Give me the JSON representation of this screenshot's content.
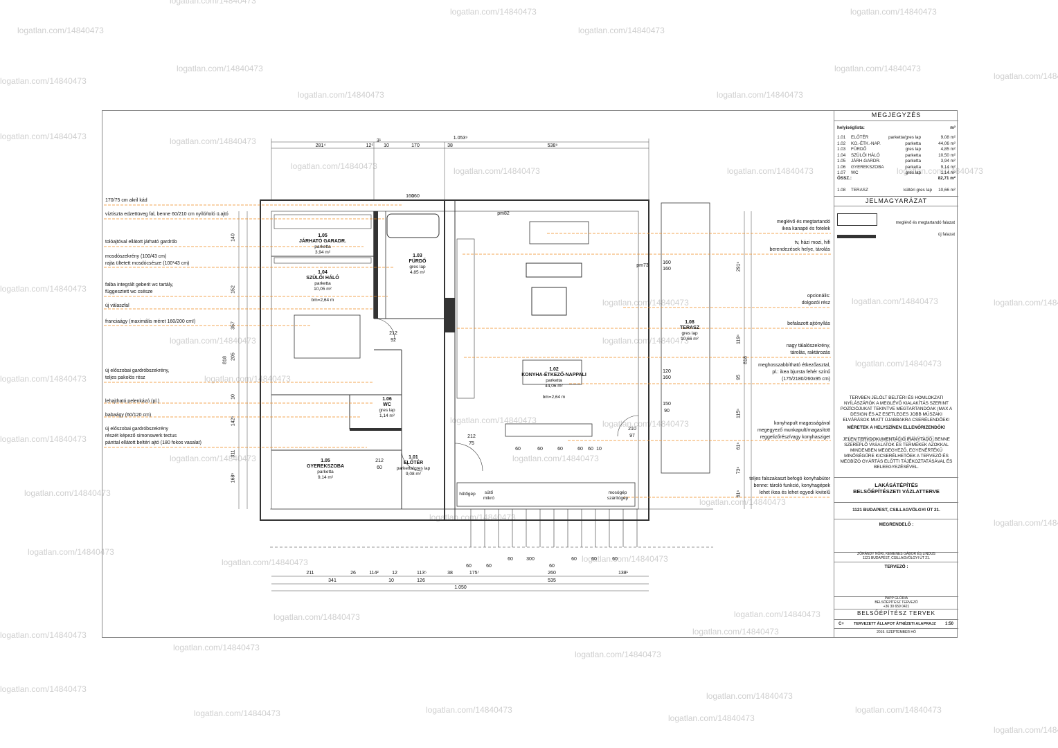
{
  "watermark": "logatlan.com/14840473",
  "accent": "#f08a1c",
  "title_block": {
    "header_notes": "MEGJEGYZÉS",
    "room_list_title": "helyiséglista:",
    "room_list_unit": "m²",
    "rooms": [
      {
        "no": "1.01",
        "name": "ELŐTÉR",
        "floor": "parketta/gres lap",
        "area": "9,08 m²"
      },
      {
        "no": "1.02",
        "name": "KO.-ÉTK.-NAP.",
        "floor": "parketta",
        "area": "44,06 m²"
      },
      {
        "no": "1.03",
        "name": "FÜRDŐ",
        "floor": "gres lap",
        "area": "4,85 m²"
      },
      {
        "no": "1.04",
        "name": "SZÜLŐI HÁLÓ",
        "floor": "parketta",
        "area": "10,50 m²"
      },
      {
        "no": "1.05",
        "name": "JÁRH.GARDR.",
        "floor": "parketta",
        "area": "3,94 m²"
      },
      {
        "no": "1.06",
        "name": "GYEREKSZOBA",
        "floor": "parketta",
        "area": "9,14 m²"
      },
      {
        "no": "1.07",
        "name": "WC",
        "floor": "gres lap",
        "area": "1,14 m²"
      }
    ],
    "total_label": "ÖSSZ.:",
    "total_area": "82,71 m²",
    "terrace": {
      "no": "1.08",
      "name": "TERASZ",
      "floor": "kültéri gres lap",
      "area": "10,66 m²"
    },
    "header_legend": "JELMAGYARÁZAT",
    "legend_existing": "meglévő és megtartandó falazat",
    "legend_new": "új falazat",
    "warning_text": "TERVBEN JELÖLT BELTÉRI ÉS HOMLOKZATI NYÍLÁSZÁRÓK A MEGLÉVŐ KIALAKÍTÁS SZERINT POZÍCIÓJUKAT TEKINTVE MEGTARTANDÓAK (MAX A DESIGN ÉS AZ ESETLEGES JOBB MŰSZAKI ELVÁRÁSOK MIATT ÚJABBAKRA CSERÉLENDŐEK!",
    "warning_bold": "MÉRETEK A HELYSZÍNEN ELLENŐRIZENDŐK!",
    "disclaimer": "JELEN TERVDOKUMENTÁCIÓ IRÁNYTADÓ, BENNE SZEREPLŐ VASALATOK ÉS TERMÉKEK AZOKKAL MINDENBEN MEGEGYEZŐ, EGYENÉRTÉKŰ MINŐSÉGŰRE KICSERÉLHETŐEK A TERVEZŐ ÉS MEGBÍZÓ GYÁRTÁS ELŐTTI TÁJÉKOZTATÁSÁVAL ÉS BELEEGYEZÉSÉVEL.",
    "project_title_1": "LAKÁSÁTÉPÍTÉS",
    "project_title_2": "BELSŐÉPÍTÉSZETI VÁZLATTERVE",
    "address": "1121 BUDAPEST, CSILLAGVÖLGYI ÚT 21.",
    "client_label": "MEGRENDELŐ :",
    "client_name": "ZÖRÁNDY NÓRI, KEMENES GÁBOR ÉS LINDUS",
    "client_address": "1121 BUDAPEST, CSILLAGVÖLGYI ÚT 21.",
    "designer_label": "TERVEZŐ :",
    "designer_name": "PAPP GLÓRIA",
    "designer_role": "BELSŐÉPÍTÉSZ TERVEZŐ",
    "designer_phone": "+36 30 659 0421",
    "sheet_type": "BELSŐÉPÍTÉSZ TERVEK",
    "sheet_code": "C+",
    "sheet_title": "TERVEZETT ÁLLAPOT ÁTNÉZETI ALAPRAJZ",
    "scale": "1:50",
    "date": "2019. SZEPTEMBER HÓ"
  },
  "left_notes": [
    "170/75 cm akril kád",
    "víztiszta edzettüveg fal, benne 60/210 cm nyíló/toló ü.ajtó",
    "tolóajtóval ellátott járható gardrób",
    "mosdószekrény (100/43 cm)",
    "rajta ültetett mosdócsésze (100*43 cm)",
    "falba integrált geberit wc tartály,",
    "függesztett wc csésze",
    "új válaszfal",
    "franciaágy (maximális méret 160/200 cm!)",
    "új előszobai gardróbszekrény,",
    "teljes pakolós rész",
    "lehajtható pelenkázó (pl.)",
    "babaágy (60/120 cm)",
    "új előszobai gardróbszekrény",
    "részét képező simonswerk tectus",
    "pánttal ellátott beltéri ajtó (180 fokos vasalat)"
  ],
  "right_notes": [
    "meglévő és megtartandó",
    "ikea kanapé és fotelek",
    "tv, házi mozi, hifi",
    "berendezések helye, tárolás",
    "opcionális:",
    "dolgozói rész",
    "befalazott ajtónyílás",
    "nagy tálalószekrény,",
    "tárolás, raktározás",
    "meghosszabbítható étkezőasztal,",
    "pl.: ikea bjursta fehér színű",
    "(175/2180/260x95 cm)",
    "konyhapult magasságával",
    "megegyező munkapult/magasított",
    "reggelizőrész/vagy konyhasziget",
    "teljes falszakaszt befogó konyhabútor",
    "benne: tároló funkció, konyhagépek",
    "lehet ikea és lehet egyedi kivitelű"
  ],
  "rooms": [
    {
      "no": "1.05",
      "name": "JÁRHATÓ GARADR.",
      "floor": "parketta",
      "area": "3,94 m²"
    },
    {
      "no": "1.04",
      "name": "SZÜLŐI HÁLÓ",
      "floor": "parketta",
      "area": "10,05 m²",
      "height": "bm=2,64 m"
    },
    {
      "no": "1.03",
      "name": "FÜRDŐ",
      "floor": "gres lap",
      "area": "4,85 m²"
    },
    {
      "no": "1.06",
      "name": "WC",
      "floor": "gres lap",
      "area": "1,14 m²"
    },
    {
      "no": "1.05",
      "name": "GYEREKSZOBA",
      "floor": "parketta",
      "area": "9,14 m²"
    },
    {
      "no": "1.01",
      "name": "ELŐTÉR",
      "floor": "parketta/gres lap",
      "area": "9,08 m²"
    },
    {
      "no": "1.02",
      "name": "KONYHA-ÉTKEZŐ-NAPPALI",
      "floor": "parketta",
      "area": "44,06 m²",
      "height": "bm=2,64 m"
    },
    {
      "no": "1.08",
      "name": "TERASZ",
      "floor": "gres lap",
      "area": "10,66 m²"
    }
  ],
  "appliances": [
    "hűtőgép",
    "sütő mikró",
    "mosógép szárítógép"
  ],
  "dims_top": [
    "281⁴",
    "12⁵",
    "3¹",
    "10",
    "170",
    "38",
    "538⁹"
  ],
  "dim_top_total": "1.053⁹",
  "dims_bottom_1": [
    "211",
    "26",
    "114²",
    "12",
    "113⁵",
    "38",
    "175⁷",
    "260",
    "138¹"
  ],
  "dims_bottom_2": [
    "341",
    "10",
    "126",
    "535"
  ],
  "dim_bottom_total": "1.050",
  "dims_left": [
    "140",
    "152",
    "357",
    "205",
    "10",
    "142⁵",
    "311",
    "168⁵"
  ],
  "dim_left_total": "818",
  "dims_right": [
    "291⁵",
    "119⁵",
    "95",
    "115⁵",
    "61⁵",
    "73⁵",
    "61⁵"
  ],
  "dim_right_total": "818",
  "misc_dims": [
    "160",
    "160",
    "pm82",
    "pm73",
    "160",
    "160",
    "120",
    "160",
    "60",
    "150",
    "90",
    "210",
    "97",
    "212",
    "75",
    "212",
    "92",
    "212",
    "60",
    "60",
    "60",
    "60",
    "60",
    "10",
    "60",
    "60",
    "60",
    "300",
    "60",
    "60",
    "60",
    "60"
  ]
}
